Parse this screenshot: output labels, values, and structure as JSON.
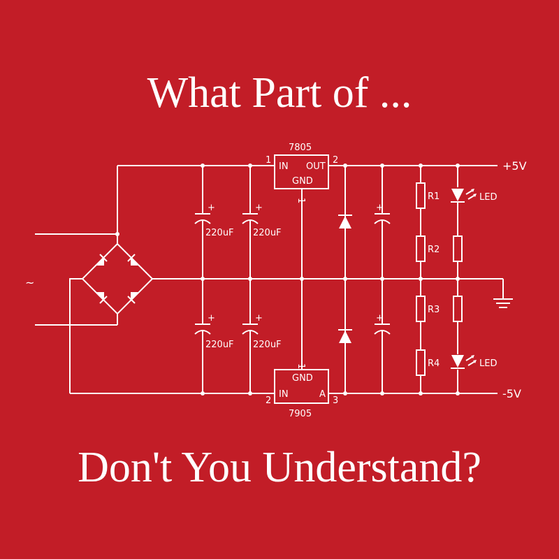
{
  "heading": {
    "top": "What Part of ...",
    "bottom": "Don't You Understand?"
  },
  "colors": {
    "background": "#c21d27",
    "foreground": "#ffffff"
  },
  "circuit": {
    "ac_symbol": "~",
    "regulator_positive": {
      "name": "7805",
      "pin_in": "IN",
      "pin_out": "OUT",
      "pin_gnd": "GND",
      "pin1": "1",
      "pin2": "2",
      "pin3": "1"
    },
    "regulator_negative": {
      "name": "7905",
      "pin_in": "IN",
      "pin_out": "A",
      "pin_gnd": "GND",
      "pin1": "1",
      "pin2": "2",
      "pin3": "3"
    },
    "capacitors": [
      "220uF",
      "220uF",
      "220uF",
      "220uF"
    ],
    "cap_plus": "+",
    "resistors": [
      "R1",
      "R2",
      "R3",
      "R4"
    ],
    "leds": [
      "LED",
      "LED"
    ],
    "rail_positive": "+5V",
    "rail_negative": "-5V"
  }
}
